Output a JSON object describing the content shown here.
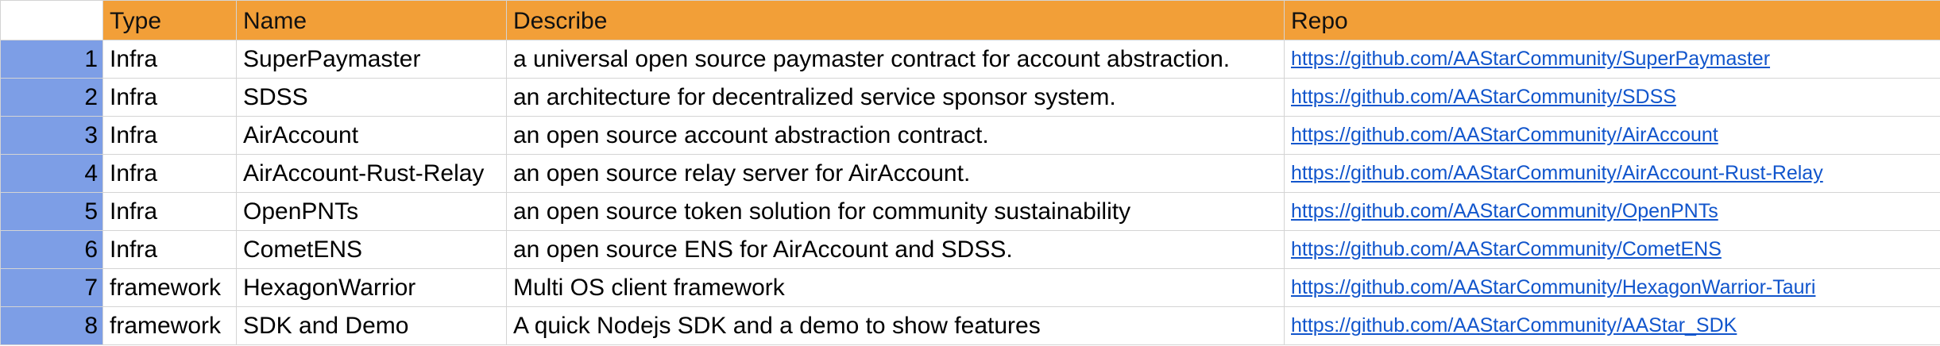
{
  "headers": [
    "Type",
    "Name",
    "Describe",
    "Repo"
  ],
  "colors": {
    "header_bg": "#f29f38",
    "row_number_bg": "#7d9ee6",
    "link": "#1155cc",
    "grid": "#d4d4d4"
  },
  "rows": [
    {
      "num": "1",
      "type": "Infra",
      "name": "SuperPaymaster",
      "describe": "a universal open source paymaster contract for account abstraction.",
      "repo": "https://github.com/AAStarCommunity/SuperPaymaster"
    },
    {
      "num": "2",
      "type": "Infra",
      "name": "SDSS",
      "describe": "an architecture for decentralized service sponsor system.",
      "repo": "https://github.com/AAStarCommunity/SDSS"
    },
    {
      "num": "3",
      "type": "Infra",
      "name": "AirAccount",
      "describe": "an open source account abstraction contract.",
      "repo": "https://github.com/AAStarCommunity/AirAccount"
    },
    {
      "num": "4",
      "type": "Infra",
      "name": "AirAccount-Rust-Relay",
      "describe": "an open source relay server for AirAccount.",
      "repo": "https://github.com/AAStarCommunity/AirAccount-Rust-Relay"
    },
    {
      "num": "5",
      "type": "Infra",
      "name": "OpenPNTs",
      "describe": "an open source token solution for community sustainability",
      "repo": "https://github.com/AAStarCommunity/OpenPNTs"
    },
    {
      "num": "6",
      "type": "Infra",
      "name": "CometENS",
      "describe": "an open source ENS for AirAccount and SDSS.",
      "repo": "https://github.com/AAStarCommunity/CometENS"
    },
    {
      "num": "7",
      "type": "framework",
      "name": "HexagonWarrior",
      "describe": "Multi OS client framework",
      "repo": "https://github.com/AAStarCommunity/HexagonWarrior-Tauri"
    },
    {
      "num": "8",
      "type": "framework",
      "name": "SDK and Demo",
      "describe": "A quick Nodejs  SDK and a demo to show features",
      "repo": "https://github.com/AAStarCommunity/AAStar_SDK"
    }
  ]
}
